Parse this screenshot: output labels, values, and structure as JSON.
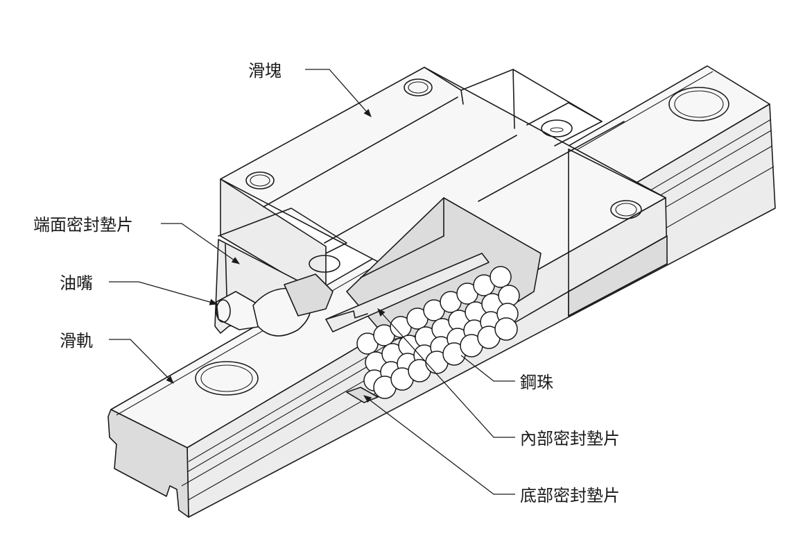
{
  "labels": {
    "block": "滑塊",
    "end_seal": "端面密封墊片",
    "grease_nipple": "油嘴",
    "rail": "滑軌",
    "steel_balls": "鋼珠",
    "inner_seal": "內部密封墊片",
    "bottom_seal": "底部密封墊片"
  }
}
